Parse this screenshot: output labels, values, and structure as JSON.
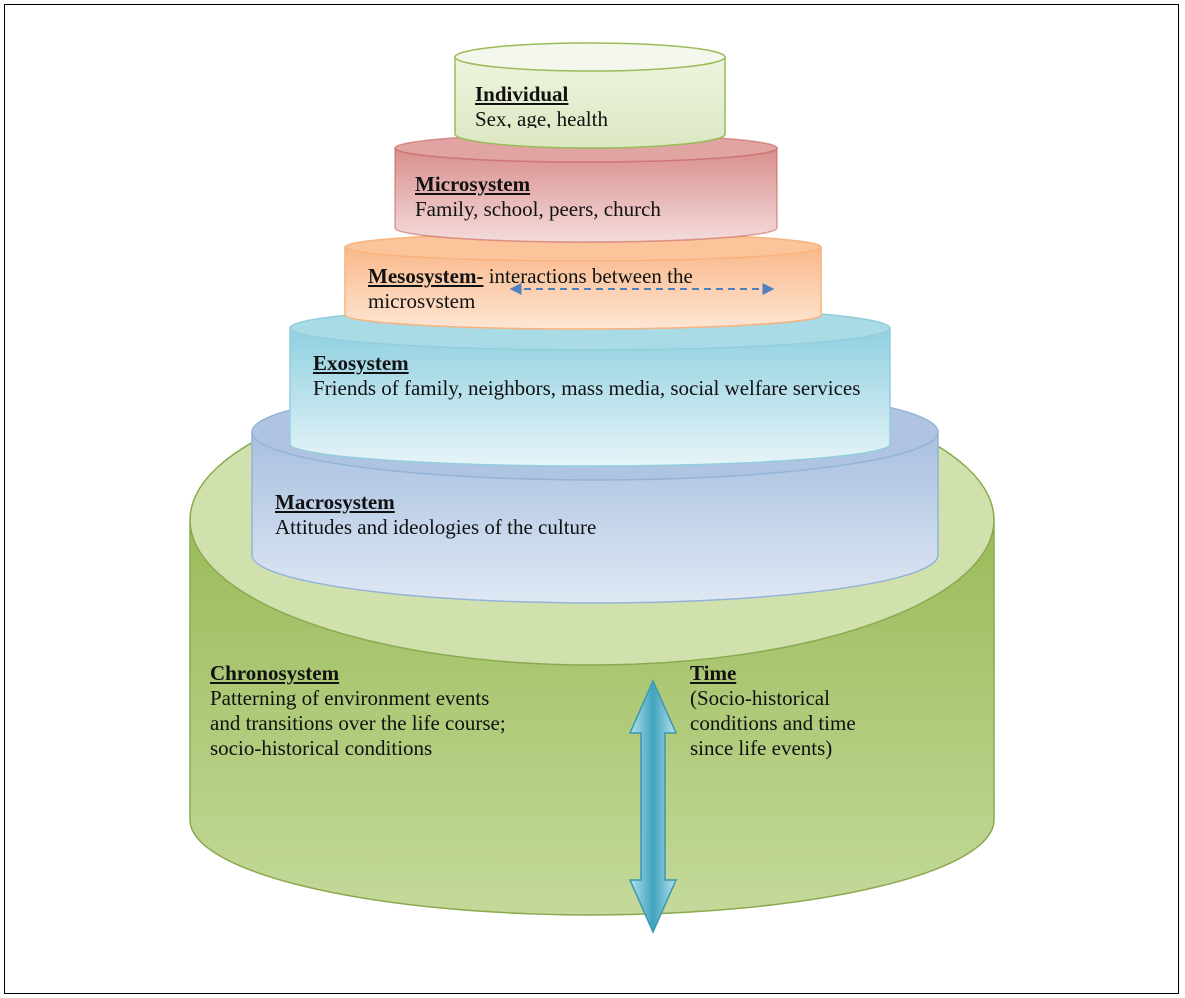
{
  "layers": {
    "individual": {
      "title": "Individual",
      "text": "Sex, age, health"
    },
    "microsystem": {
      "title": "Microsystem",
      "text": "Family, school, peers, church"
    },
    "mesosystem": {
      "title": "Mesosystem-",
      "text": " interactions between the microsystem"
    },
    "exosystem": {
      "title": "Exosystem",
      "text": "Friends of family, neighbors, mass media, social welfare services"
    },
    "macrosystem": {
      "title": "Macrosystem",
      "text": "Attitudes and ideologies of the culture"
    },
    "chronosystem": {
      "title": "Chronosystem",
      "text": "Patterning of environment events and transitions over the life course; socio-historical conditions"
    },
    "time": {
      "title": "Time",
      "text": "(Socio-historical conditions and time since life events)"
    }
  },
  "colors": {
    "individual": "#d7e4bd",
    "microsystem": "#e6b9b8",
    "mesosystem": "#fcd5b5",
    "exosystem": "#b7dee8",
    "macrosystem": "#b9cde5",
    "chronosystem": "#9bbb59",
    "time_arrow": "#4bacc6"
  }
}
